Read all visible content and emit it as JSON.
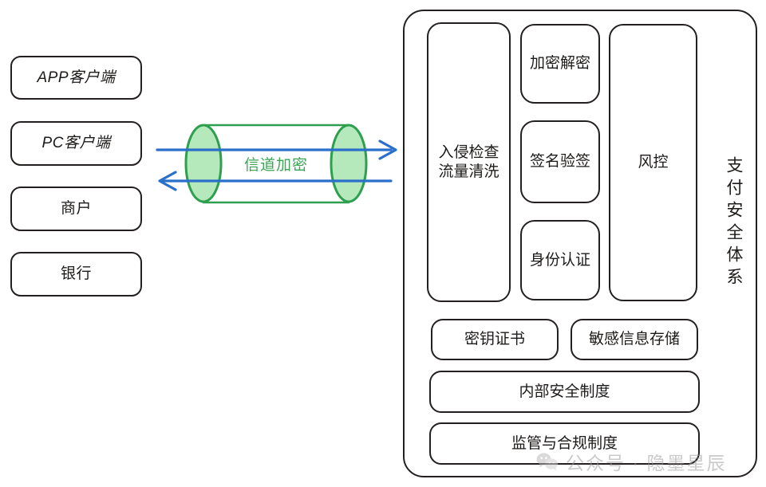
{
  "diagram": {
    "title": "支付安全体系",
    "left_nodes": [
      {
        "label": "APP客户端"
      },
      {
        "label": "PC客户端"
      },
      {
        "label": "商户"
      },
      {
        "label": "银行"
      }
    ],
    "tunnel": {
      "label": "信道加密",
      "stroke_color": "#2e9e4f",
      "fill_color": "#b5e8ba",
      "arrow_color": "#2a6fc9",
      "arrows": [
        {
          "direction": "right"
        },
        {
          "direction": "left"
        }
      ]
    },
    "container": {
      "vertical_label": "支付安全体系",
      "column_left": [
        {
          "label": "入侵检查\n流量清洗",
          "line1": "入侵检查",
          "line2": "流量清洗"
        }
      ],
      "column_middle": [
        {
          "label": "加密解密"
        },
        {
          "label": "签名验签"
        },
        {
          "label": "身份认证"
        }
      ],
      "column_right": [
        {
          "label": "风控"
        }
      ],
      "row_pair": [
        {
          "label": "密钥证书"
        },
        {
          "label": "敏感信息存储"
        }
      ],
      "row_full": [
        {
          "label": "内部安全制度"
        },
        {
          "label": "监管与合规制度"
        }
      ]
    },
    "watermark": {
      "text": "公众号 · 隐墨星辰",
      "icon": "wechat-icon",
      "color": "#9a9a9a"
    },
    "colors": {
      "stroke": "#23201f",
      "green": "#2e9e4f",
      "green_fill": "#b5e8ba",
      "blue": "#2a6fc9",
      "background": "#ffffff"
    }
  }
}
